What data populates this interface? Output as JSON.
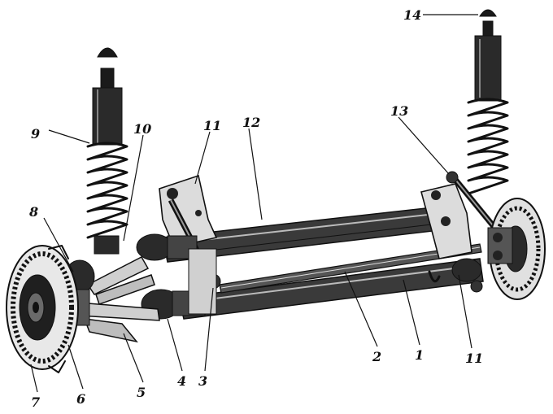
{
  "figure": {
    "callouts": [
      {
        "id": "c1",
        "text": "1"
      },
      {
        "id": "c2",
        "text": "2"
      },
      {
        "id": "c3",
        "text": "3"
      },
      {
        "id": "c4",
        "text": "4"
      },
      {
        "id": "c5",
        "text": "5"
      },
      {
        "id": "c6",
        "text": "6"
      },
      {
        "id": "c7",
        "text": "7"
      },
      {
        "id": "c8",
        "text": "8"
      },
      {
        "id": "c9",
        "text": "9"
      },
      {
        "id": "c10",
        "text": "10"
      },
      {
        "id": "c11a",
        "text": "11"
      },
      {
        "id": "c11b",
        "text": "11"
      },
      {
        "id": "c12",
        "text": "12"
      },
      {
        "id": "c13",
        "text": "13"
      },
      {
        "id": "c14",
        "text": "14"
      }
    ]
  }
}
